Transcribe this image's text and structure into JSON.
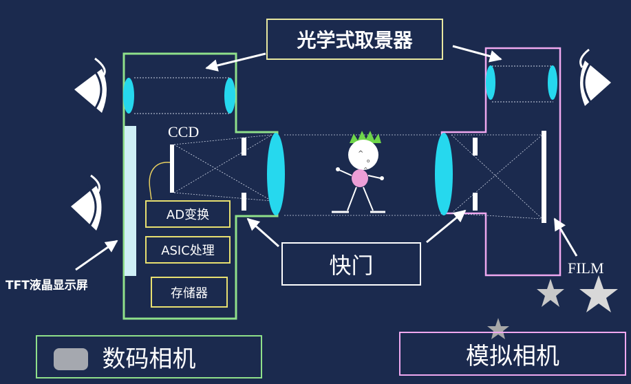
{
  "title_label": "光学式取景器",
  "shutter_label": "快门",
  "ccd_label": "CCD",
  "tft_label": "TFT液晶显示屏",
  "film_label": "FILM",
  "process_steps": [
    "AD变换",
    "ASIC处理",
    "存储器"
  ],
  "digital_camera_label": "数码相机",
  "analog_camera_label": "模拟相机",
  "colors": {
    "background": "#1b2a4e",
    "digital_body": "#8fe08a",
    "analog_body": "#f0a8f0",
    "lens": "#26d8ee",
    "process_border": "#e8e070",
    "title_border": "#e8e8a0",
    "digital_label_border": "#8fe08a",
    "analog_label_border": "#f0a8f0",
    "tft_screen": "#cfeff6",
    "ccd_wire": "#e8d060"
  }
}
